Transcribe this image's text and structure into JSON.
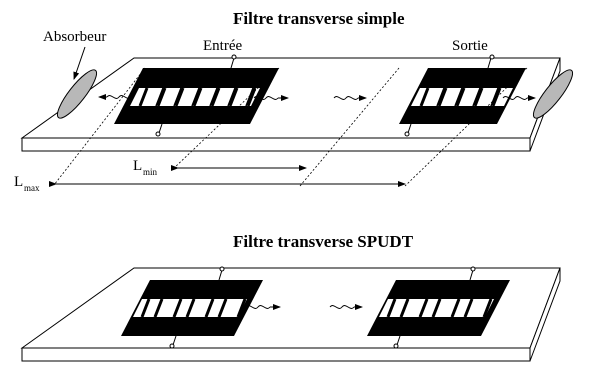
{
  "top_diagram": {
    "title": "Filtre transverse simple",
    "absorber_label": "Absorbeur",
    "input_label": "Entrée",
    "output_label": "Sortie",
    "lmin_main": "L",
    "lmin_sub": "min",
    "lmax_main": "L",
    "lmax_sub": "max"
  },
  "bottom_diagram": {
    "title": "Filtre transverse SPUDT"
  },
  "colors": {
    "ink": "#000000",
    "absorber_fill": "#b8b8b8",
    "substrate_fill": "#ffffff"
  }
}
